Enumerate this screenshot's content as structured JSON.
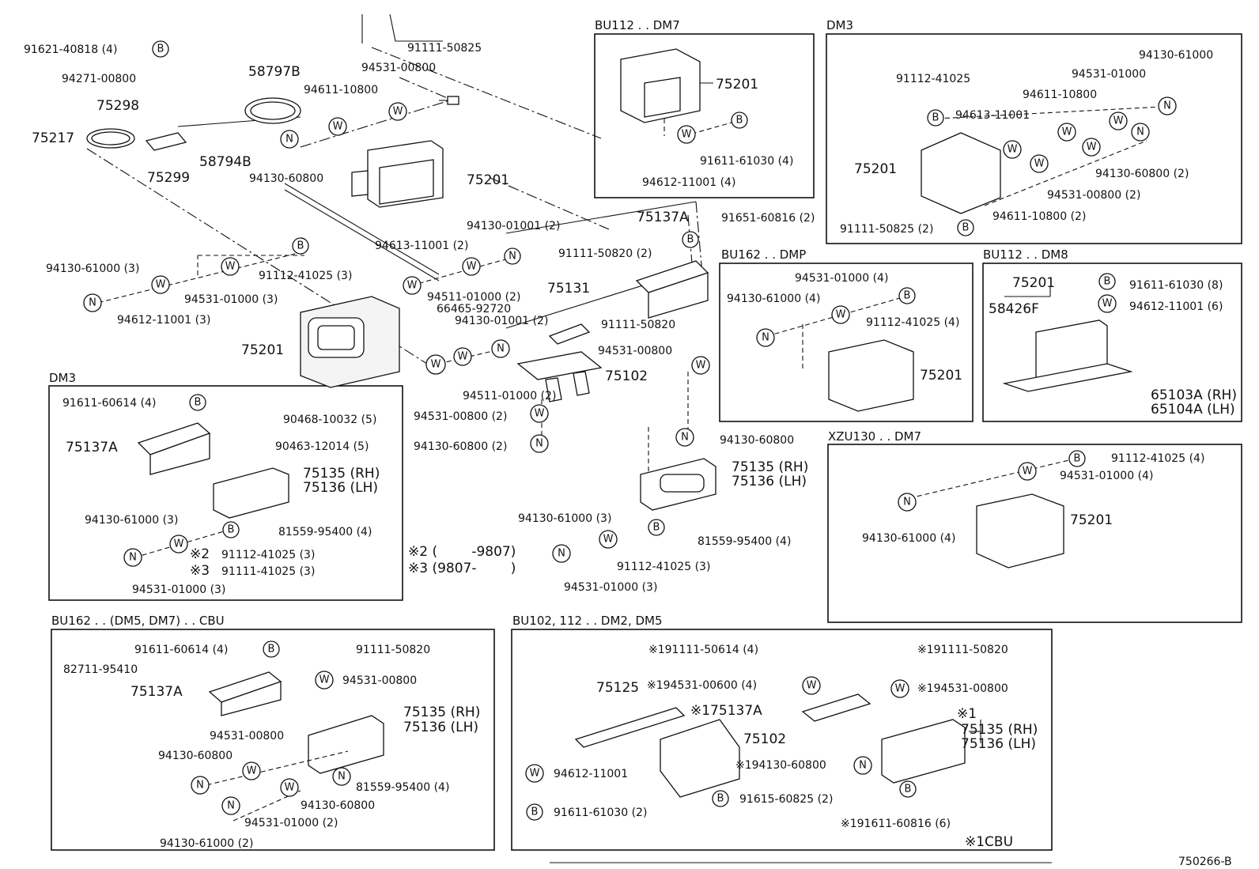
{
  "diagram_id": "750266-B",
  "symbols": {
    "b": "B",
    "w": "W",
    "n": "N"
  },
  "main": {
    "p1": "91621-40818 (4)",
    "p2": "94271-00800",
    "p3": "75298",
    "p4": "75217",
    "p5": "75299",
    "p6": "58797B",
    "p7": "58794B",
    "p8": "94611-10800",
    "p9": "94531-00800",
    "p10": "91111-50825",
    "p11": "94130-60800",
    "p12": "75201",
    "p13": "94130-01001 (2)",
    "p14": "75137A",
    "p15": "91651-60816 (2)",
    "p16": "94613-11001 (2)",
    "p17": "91111-50820 (2)",
    "p18": "94130-61000 (3)",
    "p19": "91112-41025 (3)",
    "p20": "94531-01000 (3)",
    "p21": "94612-11001 (3)",
    "p22": "94511-01000 (2)",
    "p23": "75131",
    "p24": "66465-92720",
    "p25": "94130-01001 (2)",
    "p26": "75201",
    "p27": "91111-50820",
    "p28": "94531-00800",
    "p29": "75102",
    "p30": "94511-01000 (2)",
    "p31": "94531-00800 (2)",
    "p32": "94130-60800 (2)",
    "p33": "94130-60800",
    "p34": "75135 (RH)",
    "p35": "75136 (LH)",
    "p36": "94130-61000 (3)",
    "p37": "81559-95400 (4)",
    "p38": "91112-41025 (3)",
    "p39": "94531-01000 (3)"
  },
  "note": {
    "n2": "※2 (        -9807)",
    "n3": "※3 (9807-        )"
  },
  "box_bu112_dm7": {
    "title": "BU112 . . DM7",
    "p1": "75201",
    "p2": "91611-61030 (4)",
    "p3": "94612-11001 (4)"
  },
  "box_dm3_top": {
    "title": "DM3",
    "p1": "94130-61000",
    "p2": "91112-41025",
    "p3": "94531-01000",
    "p4": "94611-10800",
    "p5": "94613-11001",
    "p6": "75201",
    "p7": "94130-60800 (2)",
    "p8": "94531-00800 (2)",
    "p9": "94611-10800 (2)",
    "p10": "91111-50825 (2)"
  },
  "box_bu162_dmp": {
    "title": "BU162 . . DMP",
    "p1": "94531-01000 (4)",
    "p2": "94130-61000 (4)",
    "p3": "91112-41025 (4)",
    "p4": "75201"
  },
  "box_bu112_dm8": {
    "title": "BU112 . . DM8",
    "p1": "75201",
    "p2": "91611-61030 (8)",
    "p3": "58426F",
    "p4": "94612-11001 (6)",
    "p5": "65103A (RH)",
    "p6": "65104A (LH)"
  },
  "box_xzu130": {
    "title": "XZU130 . . DM7",
    "p1": "91112-41025 (4)",
    "p2": "94531-01000 (4)",
    "p3": "94130-61000 (4)",
    "p4": "75201"
  },
  "box_dm3_left": {
    "title": "DM3",
    "p1": "91611-60614 (4)",
    "p2": "90468-10032 (5)",
    "p3": "75137A",
    "p4": "90463-12014 (5)",
    "p5": "75135 (RH)",
    "p6": "75136 (LH)",
    "p7": "94130-61000 (3)",
    "p8": "81559-95400 (4)",
    "p9": "※2",
    "p10": "91112-41025 (3)",
    "p11": "※3",
    "p12": "91111-41025 (3)",
    "p13": "94531-01000 (3)"
  },
  "box_bu162_cbu": {
    "title": "BU162 . . (DM5, DM7) . . CBU",
    "p1": "91611-60614 (4)",
    "p2": "91111-50820",
    "p3": "82711-95410",
    "p4": "94531-00800",
    "p5": "75137A",
    "p6": "75135 (RH)",
    "p7": "75136 (LH)",
    "p8": "94531-00800",
    "p9": "94130-60800",
    "p10": "81559-95400 (4)",
    "p11": "94130-60800",
    "p12": "94531-01000 (2)",
    "p13": "94130-61000 (2)"
  },
  "box_bu102": {
    "title": "BU102, 112 . . DM2, DM5",
    "p1": "※191111-50614 (4)",
    "p2": "※191111-50820",
    "p3": "75125",
    "p4": "※194531-00600 (4)",
    "p5": "※194531-00800",
    "p6": "※175137A",
    "p7": "※1",
    "p8": "75135 (RH)",
    "p9": "75136 (LH)",
    "p10": "75102",
    "p11": "※194130-60800",
    "p12": "94612-11001",
    "p13": "91615-60825 (2)",
    "p14": "91611-61030 (2)",
    "p15": "※191611-60816 (6)",
    "p16": "※1CBU"
  }
}
